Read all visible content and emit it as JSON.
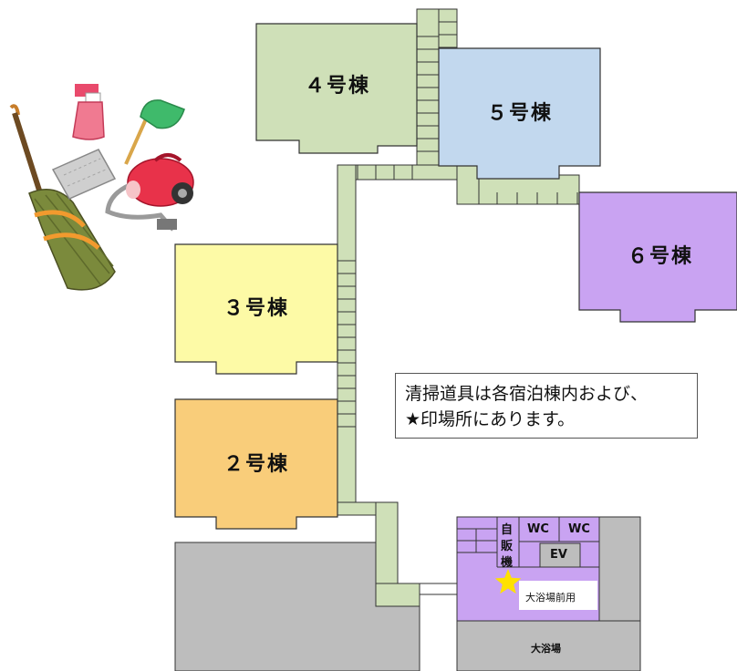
{
  "map": {
    "buildings": {
      "b4": {
        "label": "４号棟",
        "color": "#cfe0b8"
      },
      "b5": {
        "label": "５号棟",
        "color": "#c2d8ee"
      },
      "b6": {
        "label": "６号棟",
        "color": "#c9a3f2"
      },
      "b3": {
        "label": "３号棟",
        "color": "#fdfaa6"
      },
      "b2": {
        "label": "２号棟",
        "color": "#f9cd7a"
      }
    },
    "corridor_color": "#cfe0b8",
    "facility_color": "#c9a3f2",
    "other_color": "#bdbdbd",
    "note_lines": [
      "清掃道具は各宿泊棟内および、",
      "★印場所にあります。"
    ],
    "facility": {
      "vending_chars": [
        "自",
        "販",
        "機"
      ],
      "wc_left": "WC",
      "wc_right": "WC",
      "elevator": "EV",
      "bath_front": "大浴場前用",
      "bath": "大浴場"
    },
    "marker": {
      "symbol": "star",
      "color": "#ffe100"
    },
    "illustration": {
      "items": [
        "broom-icon",
        "spray-bottle-icon",
        "cleaning-cloth-icon",
        "hand-broom-icon",
        "vacuum-cleaner-icon"
      ]
    }
  }
}
